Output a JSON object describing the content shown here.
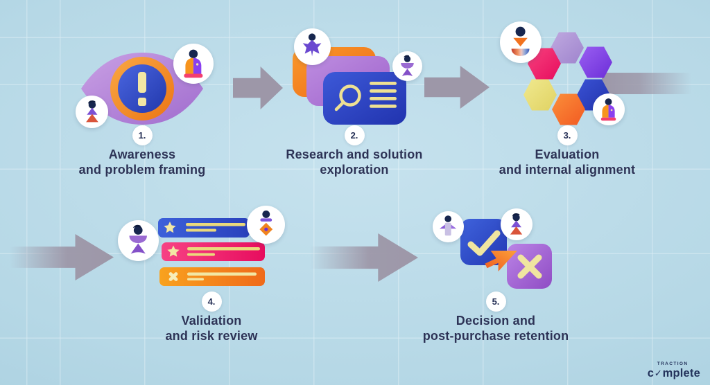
{
  "steps": [
    {
      "number": "1.",
      "title_line1": "Awareness",
      "title_line2": "and problem framing"
    },
    {
      "number": "2.",
      "title_line1": "Research and solution",
      "title_line2": "exploration"
    },
    {
      "number": "3.",
      "title_line1": "Evaluation",
      "title_line2": "and internal alignment"
    },
    {
      "number": "4.",
      "title_line1": "Validation",
      "title_line2": "and risk review"
    },
    {
      "number": "5.",
      "title_line1": "Decision and",
      "title_line2": "post-purchase retention"
    }
  ],
  "logo": {
    "brand_top": "TRACTION",
    "prefix": "c",
    "check": "✓",
    "suffix": "mplete"
  },
  "icons": [
    "eye-alert-icon",
    "persona-avatar-icons",
    "search-cards-icon",
    "hexagon-cluster-icon",
    "checklist-bars-icon",
    "check-square-icon",
    "x-square-icon",
    "cursor-icon",
    "flow-arrow-icons"
  ],
  "colors": {
    "background": "#b6d8e6",
    "grid_line": "#ffffff",
    "text": "#2d3356",
    "arrow": "#9d97a8",
    "orange": "#f58220",
    "blue": "#2f49c6",
    "purple": "#a873d4",
    "violet": "#7b3fe4",
    "pink": "#ee1164",
    "yellow": "#efe49c"
  }
}
